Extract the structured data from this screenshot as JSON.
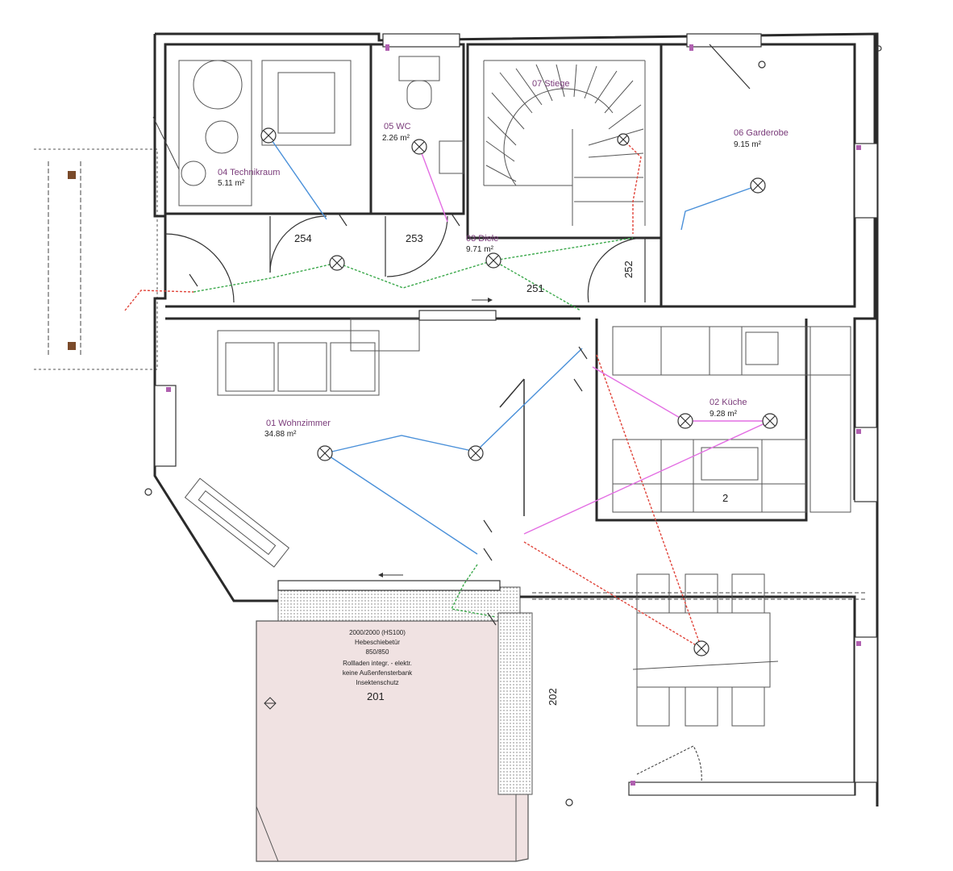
{
  "rooms": {
    "technikraum": {
      "name": "04 Technikraum",
      "area": "5.11 m²"
    },
    "wc": {
      "name": "05 WC",
      "area": "2.26 m²"
    },
    "stiege": {
      "name": "07 Stiege"
    },
    "garderobe": {
      "name": "06 Garderobe",
      "area": "9.15 m²"
    },
    "diele": {
      "name": "03 Diele",
      "area": "9.71 m²"
    },
    "wohnzimmer": {
      "name": "01 Wohnzimmer",
      "area": "34.88 m²"
    },
    "kueche": {
      "name": "02 Küche",
      "area": "9.28 m²"
    }
  },
  "door_numbers": {
    "d254": "254",
    "d253": "253",
    "d252": "252",
    "d251": "251",
    "d202": "202",
    "d201": "201",
    "d2": "2"
  },
  "terrace_note": {
    "line1": "2000/2000 (HS100)",
    "line2": "Hebeschiebetür",
    "line3": "850/850",
    "line4": "Rollladen integr. - elektr.",
    "line5": "keine Außenfensterbank",
    "line6": "Insektenschutz"
  },
  "colors": {
    "blue_wire": "#4a90d9",
    "green_wire": "#3aa84a",
    "red_wire": "#e0443a",
    "pink_wire": "#e36ee3",
    "room_label": "#7a3b7a",
    "terrace_fill": "#f0e2e2"
  }
}
